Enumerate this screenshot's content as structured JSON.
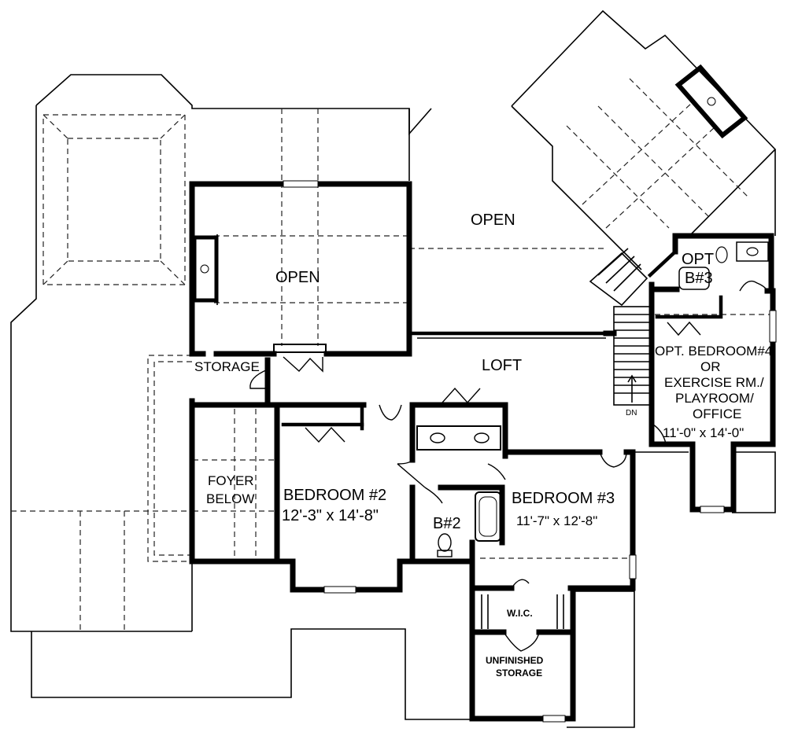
{
  "rooms": {
    "open_upper": "OPEN",
    "open_left": "OPEN",
    "loft": "LOFT",
    "storage": "STORAGE",
    "foyer_line1": "FOYER",
    "foyer_line2": "BELOW",
    "bedroom2_name": "BEDROOM #2",
    "bedroom2_size": "12'-3\" x 14'-8\"",
    "bath2": "B#2",
    "bedroom3_name": "BEDROOM #3",
    "bedroom3_size": "11'-7\" x 12'-8\"",
    "opt_bath3_line1": "OPT",
    "opt_bath3_line2": "B#3",
    "bedroom4_line1": "OPT. BEDROOM#4",
    "bedroom4_line2": "OR",
    "bedroom4_line3": "EXERCISE RM./",
    "bedroom4_line4": "PLAYROOM/",
    "bedroom4_line5": "OFFICE",
    "bedroom4_size": "11'-0\" x 14'-0\"",
    "stair_dn": "DN",
    "wic": "W.I.C.",
    "unfinished_line1": "UNFINISHED",
    "unfinished_line2": "STORAGE"
  }
}
